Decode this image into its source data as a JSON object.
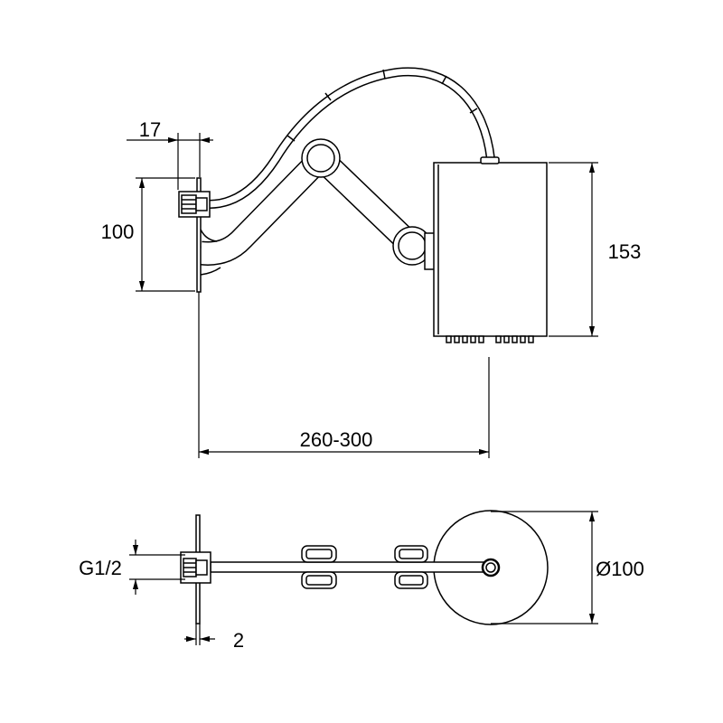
{
  "colors": {
    "line": "#000000",
    "background": "#ffffff"
  },
  "side_view": {
    "dim_17": "17",
    "dim_100": "100",
    "dim_153": "153",
    "dim_260_300": "260-300"
  },
  "plan_view": {
    "dim_g12": "G1/2",
    "dim_diameter": "Ø100",
    "dim_2": "2"
  }
}
